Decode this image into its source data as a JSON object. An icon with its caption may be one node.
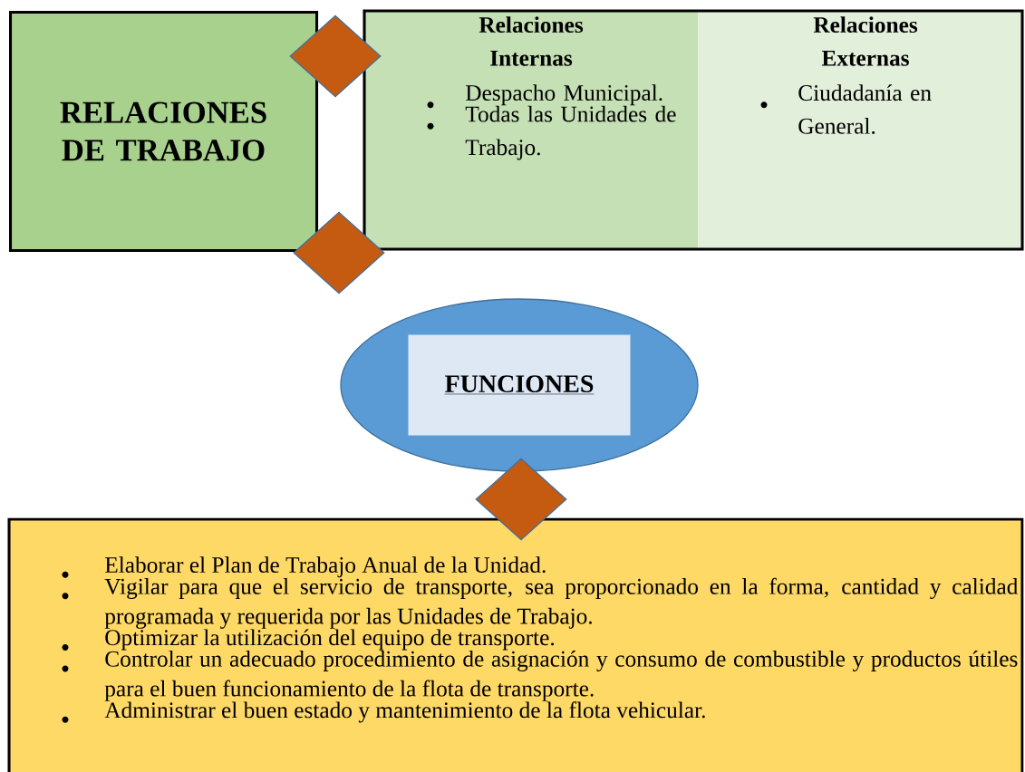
{
  "diagram": {
    "nodes": [
      {
        "text": [
          "RELACIONES DE TRABAJO"
        ]
      },
      {
        "text": [],
        "shape": "diamond"
      },
      {
        "text": [
          "Relaciones Internas",
          "Despacho Municipal.",
          "Todas las Unidades de Trabajo."
        ]
      },
      {
        "text": [
          "Relaciones Externas",
          "Ciudadanía en General."
        ]
      },
      {
        "text": [],
        "shape": "diamond"
      },
      {
        "text": [],
        "shape": "ellipse"
      },
      {
        "text": [
          "FUNCIONES"
        ],
        "in": 5
      },
      {
        "text": [],
        "shape": "diamond"
      },
      {
        "text": [
          "Elaborar el Plan de Trabajo Anual de la Unidad.",
          "Vigilar para que el servicio de transporte, sea proporcionado en la forma, cantidad y calidad programada y requerida por las Unidades de Trabajo.",
          "Optimizar la utilización del equipo de transporte.",
          "Controlar un adecuado procedimiento de asignación y consumo de combustible y productos útiles para el buen funcionamiento de la flota de transporte.",
          "Administrar el buen estado y mantenimiento de la flota vehicular."
        ]
      }
    ]
  }
}
